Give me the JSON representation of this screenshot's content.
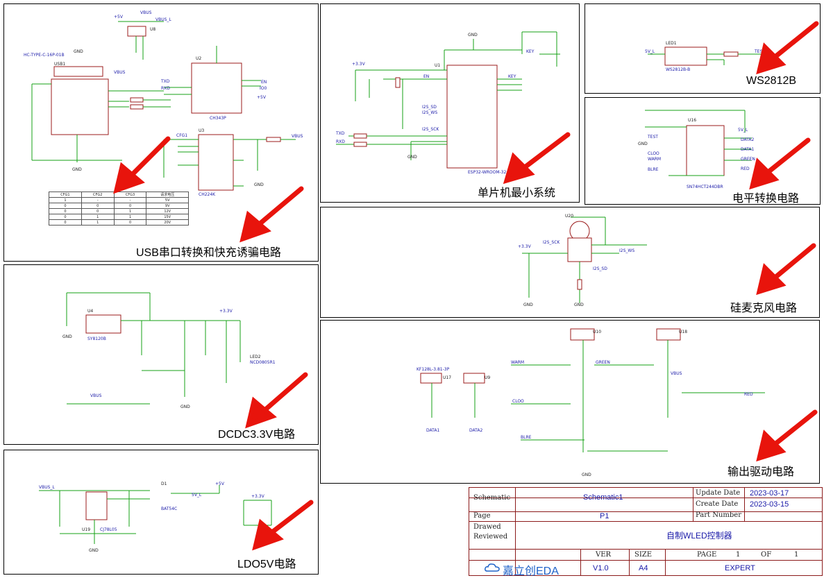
{
  "panels": {
    "usb": {
      "caption": "USB串口转换和快充诱骗电路"
    },
    "mcu": {
      "caption": "单片机最小系统"
    },
    "ws": {
      "caption": "WS2812B"
    },
    "level": {
      "caption": "电平转换电路"
    },
    "mic": {
      "caption": "硅麦克风电路"
    },
    "dcdc": {
      "caption": "DCDC3.3V电路"
    },
    "out": {
      "caption": "输出驱动电路"
    },
    "ldo": {
      "caption": "LDO5V电路"
    }
  },
  "labels": {
    "usb_conn": "HC-TYPE-C-16P-01B",
    "usb_ref": "USB1",
    "ch343": "CH343P",
    "ch224": "CH224K",
    "u2": "U2",
    "u3": "U3",
    "u8": "U8",
    "esp": "ESP32-WROOM-32",
    "u1": "U1",
    "led1": "LED1",
    "ws_part": "WS2812B-B",
    "u16": "U16",
    "sn74": "SN74HCT244DBR",
    "u20": "U20",
    "u4": "U4",
    "sy": "SY8120B",
    "led2": "LED2",
    "ncd": "NCD0805R1",
    "u19": "U19",
    "cj": "CJ78L05",
    "d1": "D1",
    "bat": "BAT54C",
    "u10": "U10",
    "u18": "U18",
    "u17": "U17",
    "u9": "U9",
    "kf": "KF128L-3.81-3P"
  },
  "nets": {
    "vcc5": "+5V",
    "vcc33": "+3.3V",
    "gnd": "GND",
    "vbus": "VBUS",
    "vbus_l": "VBUS_L",
    "v5l": "5V_L",
    "en": "EN",
    "txd": "TXD",
    "rxd": "RXD",
    "key": "KEY",
    "test": "TEST",
    "warm": "WARM",
    "cloo": "CLOO",
    "blre": "BLRE",
    "green": "GREEN",
    "red": "RED",
    "i2s_sck": "I2S_SCK",
    "i2s_ws": "I2S_WS",
    "i2s_sd": "I2S_SD",
    "data1": "DATA1",
    "data2": "DATA2",
    "cfg1": "CFG1",
    "io0": "IO0"
  },
  "cfg_table": {
    "headers": [
      "CFG1",
      "CFG2",
      "CFG3",
      "请求电压"
    ],
    "rows": [
      [
        "1",
        "-",
        "-",
        "5V"
      ],
      [
        "0",
        "0",
        "0",
        "9V"
      ],
      [
        "0",
        "0",
        "1",
        "12V"
      ],
      [
        "0",
        "1",
        "1",
        "15V"
      ],
      [
        "0",
        "1",
        "0",
        "20V"
      ]
    ]
  },
  "title_block": {
    "schematic_label": "Schematic",
    "schematic_value": "Schematic1",
    "page_label": "Page",
    "page_value": "P1",
    "drawed_label": "Drawed",
    "reviewed_label": "Reviewed",
    "update_label": "Update Date",
    "update_value": "2023-03-17",
    "create_label": "Create Date",
    "create_value": "2023-03-15",
    "partnum_label": "Part Number",
    "project": "自制WLED控制器",
    "ver_label": "VER",
    "size_label": "SIZE",
    "page2_label": "PAGE",
    "page_num": "1",
    "of_label": "OF",
    "of_num": "1",
    "ver_value": "V1.0",
    "size_value": "A4",
    "company": "EXPERT",
    "logo_text": "嘉立创EDA"
  }
}
